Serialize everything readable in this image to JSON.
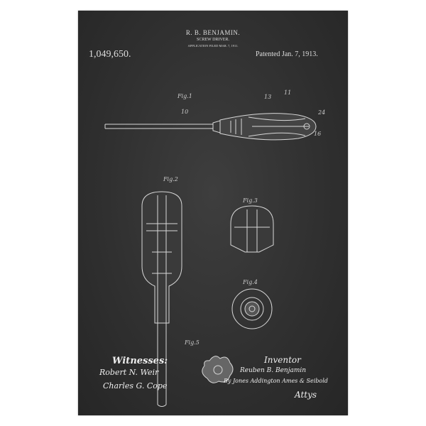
{
  "header": {
    "inventor": "R. B. BENJAMIN.",
    "title": "SCREW DRIVER.",
    "application": "APPLICATION FILED MAR. 7, 1911.",
    "patent_number": "1,049,650.",
    "patented": "Patented Jan. 7, 1913."
  },
  "figures": {
    "fig1": "Fig.1",
    "fig2": "Fig.2",
    "fig3": "Fig.3",
    "fig4": "Fig.4",
    "fig5": "Fig.5"
  },
  "signatures": {
    "witnesses_label": "Witnesses:",
    "witness1": "Robert N. Weir",
    "witness2": "Charles G. Cope",
    "inventor_label": "Inventor",
    "inventor_name": "Reuben B. Benjamin",
    "attorneys": "By Jones Addington Ames & Seibold",
    "attys_label": "Attys"
  },
  "colors": {
    "board": "#2f2f2f",
    "chalk": "#dddddd"
  }
}
